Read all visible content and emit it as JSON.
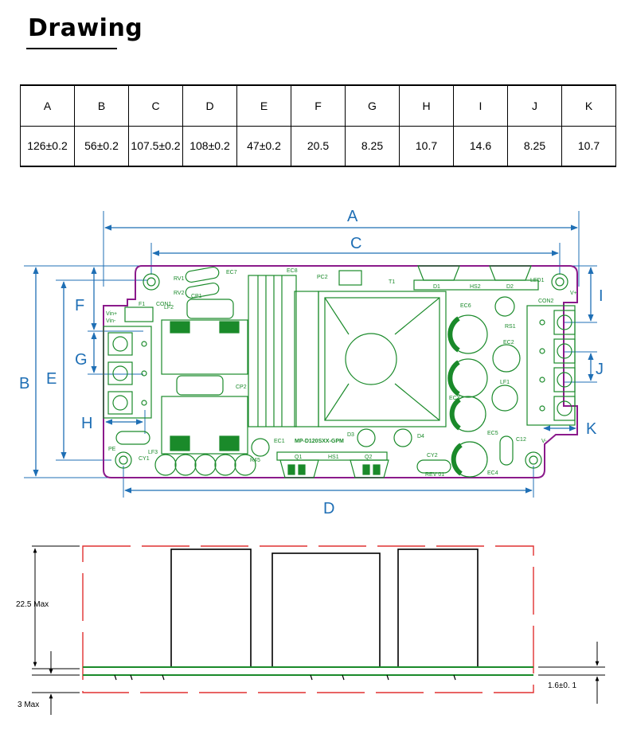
{
  "title": "Drawing",
  "table": {
    "headers": [
      "A",
      "B",
      "C",
      "D",
      "E",
      "F",
      "G",
      "H",
      "I",
      "J",
      "K"
    ],
    "values": [
      "126±0.2",
      "56±0.2",
      "107.5±0.2",
      "108±0.2",
      "47±0.2",
      "20.5",
      "8.25",
      "10.7",
      "14.6",
      "8.25",
      "10.7"
    ]
  },
  "board": {
    "labels": {
      "A": "A",
      "B": "B",
      "C": "C",
      "D": "D",
      "E": "E",
      "F": "F",
      "G": "G",
      "H": "H",
      "I": "I",
      "J": "J",
      "K": "K"
    },
    "silkscreen": {
      "model": "MP-D120SXX-GPM",
      "t1": "T1",
      "hs2": "HS2",
      "hs1": "HS1",
      "d1": "D1",
      "d2": "D2",
      "d3": "D3",
      "d4": "D4",
      "led1": "LED1",
      "con2": "CON2",
      "con1": "CON1",
      "vin_plus": "Vin+",
      "vin_minus": "Vin-",
      "v_plus": "V+",
      "v_minus": "V-",
      "pe": "PE",
      "ec1": "EC1",
      "ec2": "EC2",
      "ec3": "EC3",
      "ec4": "EC4",
      "ec5": "EC5",
      "ec6": "EC6",
      "ec7": "EC7",
      "ec8": "EC8",
      "pc2": "PC2",
      "rs1": "RS1",
      "lf1": "LF1",
      "lf2": "LF2",
      "lf3": "LF3",
      "cy1": "CY1",
      "cy2": "CY2",
      "c12": "C12",
      "cp1": "CP1",
      "cp2": "CP2",
      "rv1": "RV1",
      "rv2": "RV2",
      "f1": "F1",
      "q1": "Q1",
      "q2": "Q2",
      "rev": "REV 01",
      "r45": "R45"
    }
  },
  "side": {
    "height_max": "22.5 Max",
    "bottom_max": "3 Max",
    "thickness": "1.6±0. 1"
  },
  "colors": {
    "dimension": "#1f6fb5",
    "outline": "#8b1a8b",
    "pcb": "#1a8a2a",
    "envelope": "#e03030"
  }
}
